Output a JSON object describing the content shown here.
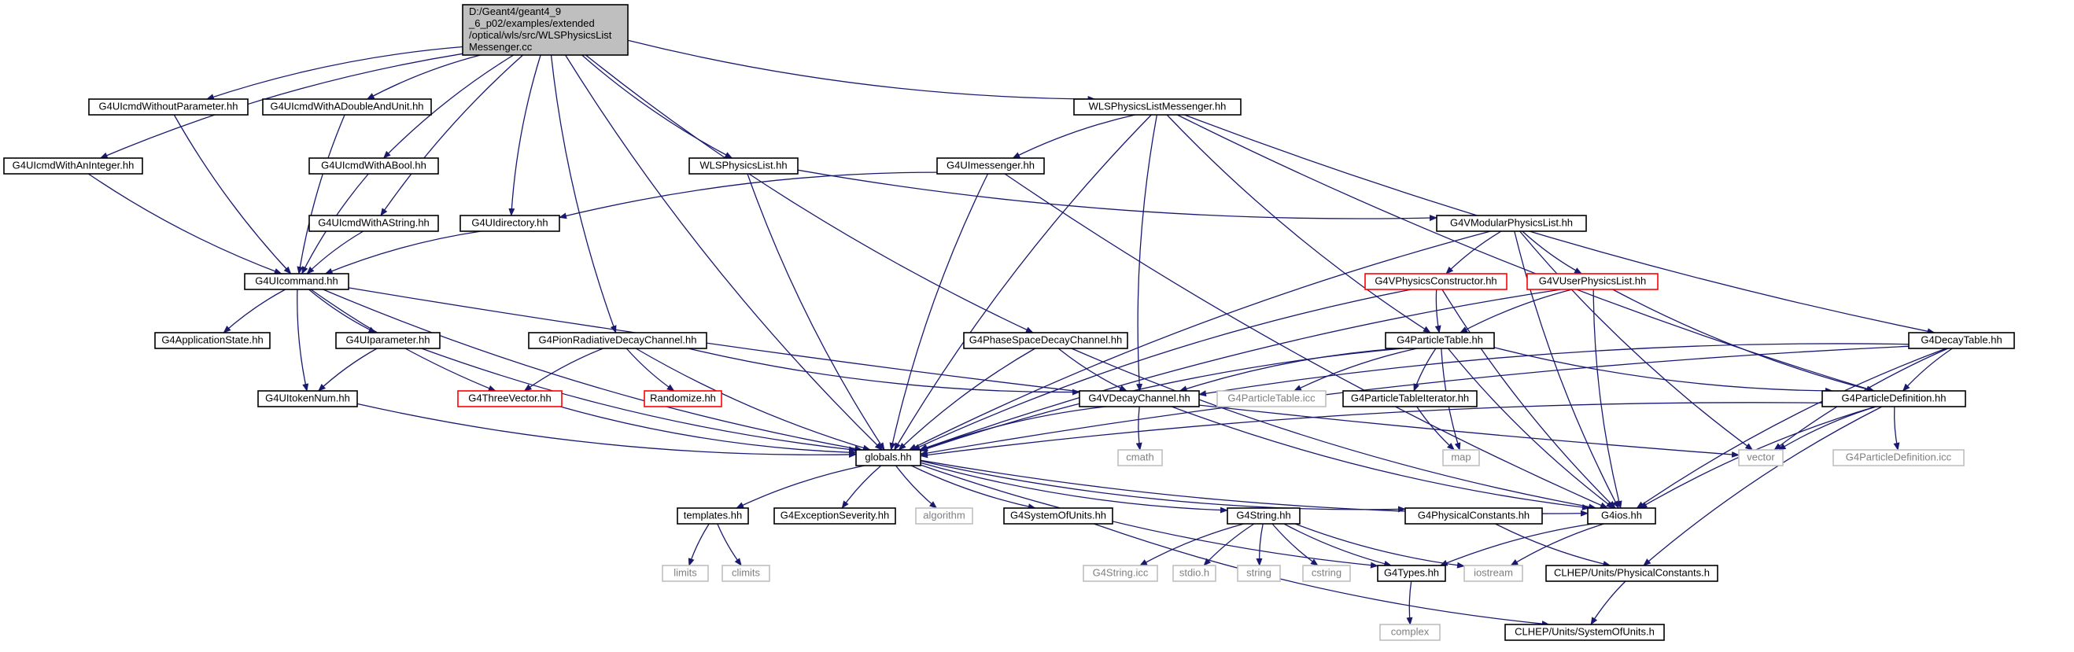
{
  "diagram": {
    "title": "",
    "edge_color": "#191970",
    "root": "root",
    "nodes": [
      {
        "id": "root",
        "lines": [
          "D:/Geant4/geant4_9",
          "_6_p02/examples/extended",
          "/optical/wls/src/WLSPhysicsList",
          "Messenger.cc"
        ],
        "style": "root"
      },
      {
        "id": "uicmdnoparam",
        "lines": [
          "G4UIcmdWithoutParameter.hh"
        ],
        "style": "normal"
      },
      {
        "id": "uicmddoubleunit",
        "lines": [
          "G4UIcmdWithADoubleAndUnit.hh"
        ],
        "style": "normal"
      },
      {
        "id": "wlsmessenger_hh",
        "lines": [
          "WLSPhysicsListMessenger.hh"
        ],
        "style": "normal"
      },
      {
        "id": "uicmdint",
        "lines": [
          "G4UIcmdWithAnInteger.hh"
        ],
        "style": "normal"
      },
      {
        "id": "uicmdbool",
        "lines": [
          "G4UIcmdWithABool.hh"
        ],
        "style": "normal"
      },
      {
        "id": "wlsphyslist",
        "lines": [
          "WLSPhysicsList.hh"
        ],
        "style": "normal"
      },
      {
        "id": "uimessenger",
        "lines": [
          "G4UImessenger.hh"
        ],
        "style": "normal"
      },
      {
        "id": "uicmdstring",
        "lines": [
          "G4UIcmdWithAString.hh"
        ],
        "style": "normal"
      },
      {
        "id": "uidirectory",
        "lines": [
          "G4UIdirectory.hh"
        ],
        "style": "normal"
      },
      {
        "id": "vmodular",
        "lines": [
          "G4VModularPhysicsList.hh"
        ],
        "style": "normal"
      },
      {
        "id": "uicommand",
        "lines": [
          "G4UIcommand.hh"
        ],
        "style": "normal"
      },
      {
        "id": "vphysctor",
        "lines": [
          "G4VPhysicsConstructor.hh"
        ],
        "style": "red"
      },
      {
        "id": "vuserphys",
        "lines": [
          "G4VUserPhysicsList.hh"
        ],
        "style": "red"
      },
      {
        "id": "appstate",
        "lines": [
          "G4ApplicationState.hh"
        ],
        "style": "normal"
      },
      {
        "id": "uiparameter",
        "lines": [
          "G4UIparameter.hh"
        ],
        "style": "normal"
      },
      {
        "id": "pionrad",
        "lines": [
          "G4PionRadiativeDecayChannel.hh"
        ],
        "style": "normal"
      },
      {
        "id": "phasespace",
        "lines": [
          "G4PhaseSpaceDecayChannel.hh"
        ],
        "style": "normal"
      },
      {
        "id": "particletable",
        "lines": [
          "G4ParticleTable.hh"
        ],
        "style": "normal"
      },
      {
        "id": "decaytable",
        "lines": [
          "G4DecayTable.hh"
        ],
        "style": "normal"
      },
      {
        "id": "uitokennum",
        "lines": [
          "G4UItokenNum.hh"
        ],
        "style": "normal"
      },
      {
        "id": "threevector",
        "lines": [
          "G4ThreeVector.hh"
        ],
        "style": "red"
      },
      {
        "id": "randomize",
        "lines": [
          "Randomize.hh"
        ],
        "style": "red"
      },
      {
        "id": "vdecay",
        "lines": [
          "G4VDecayChannel.hh"
        ],
        "style": "normal"
      },
      {
        "id": "ptable_icc",
        "lines": [
          "G4ParticleTable.icc"
        ],
        "style": "grey"
      },
      {
        "id": "ptableiter",
        "lines": [
          "G4ParticleTableIterator.hh"
        ],
        "style": "normal"
      },
      {
        "id": "pdef",
        "lines": [
          "G4ParticleDefinition.hh"
        ],
        "style": "normal"
      },
      {
        "id": "cmath",
        "lines": [
          "cmath"
        ],
        "style": "grey"
      },
      {
        "id": "map",
        "lines": [
          "map"
        ],
        "style": "grey"
      },
      {
        "id": "vector",
        "lines": [
          "vector"
        ],
        "style": "grey"
      },
      {
        "id": "pdef_icc",
        "lines": [
          "G4ParticleDefinition.icc"
        ],
        "style": "grey"
      },
      {
        "id": "globals",
        "lines": [
          "globals.hh"
        ],
        "style": "normal"
      },
      {
        "id": "templates",
        "lines": [
          "templates.hh"
        ],
        "style": "normal"
      },
      {
        "id": "excseverity",
        "lines": [
          "G4ExceptionSeverity.hh"
        ],
        "style": "normal"
      },
      {
        "id": "algorithm",
        "lines": [
          "algorithm"
        ],
        "style": "grey"
      },
      {
        "id": "sysunits",
        "lines": [
          "G4SystemOfUnits.hh"
        ],
        "style": "normal"
      },
      {
        "id": "g4string",
        "lines": [
          "G4String.hh"
        ],
        "style": "normal"
      },
      {
        "id": "physconst",
        "lines": [
          "G4PhysicalConstants.hh"
        ],
        "style": "normal"
      },
      {
        "id": "g4ios",
        "lines": [
          "G4ios.hh"
        ],
        "style": "normal"
      },
      {
        "id": "limits",
        "lines": [
          "limits"
        ],
        "style": "grey"
      },
      {
        "id": "climits",
        "lines": [
          "climits"
        ],
        "style": "grey"
      },
      {
        "id": "g4string_icc",
        "lines": [
          "G4String.icc"
        ],
        "style": "grey"
      },
      {
        "id": "stdio",
        "lines": [
          "stdio.h"
        ],
        "style": "grey"
      },
      {
        "id": "string",
        "lines": [
          "string"
        ],
        "style": "grey"
      },
      {
        "id": "cstring",
        "lines": [
          "cstring"
        ],
        "style": "grey"
      },
      {
        "id": "g4types",
        "lines": [
          "G4Types.hh"
        ],
        "style": "normal"
      },
      {
        "id": "iostream",
        "lines": [
          "iostream"
        ],
        "style": "grey"
      },
      {
        "id": "clhep_physconst",
        "lines": [
          "CLHEP/Units/PhysicalConstants.h"
        ],
        "style": "normal"
      },
      {
        "id": "complex",
        "lines": [
          "complex"
        ],
        "style": "grey"
      },
      {
        "id": "clhep_sysunits",
        "lines": [
          "CLHEP/Units/SystemOfUnits.h"
        ],
        "style": "normal"
      }
    ],
    "edges": [
      [
        "root",
        "uicmdint"
      ],
      [
        "root",
        "uicmdnoparam"
      ],
      [
        "root",
        "uicmddoubleunit"
      ],
      [
        "root",
        "uicmdbool"
      ],
      [
        "root",
        "uicmdstring"
      ],
      [
        "root",
        "uidirectory"
      ],
      [
        "root",
        "globals"
      ],
      [
        "root",
        "pionrad"
      ],
      [
        "root",
        "phasespace"
      ],
      [
        "root",
        "wlsphyslist"
      ],
      [
        "root",
        "wlsmessenger_hh"
      ],
      [
        "uicmdnoparam",
        "uicommand"
      ],
      [
        "uicmddoubleunit",
        "uicommand"
      ],
      [
        "uicmdint",
        "uicommand"
      ],
      [
        "uicmdbool",
        "uicommand"
      ],
      [
        "uicmdstring",
        "uicommand"
      ],
      [
        "uidirectory",
        "uicommand"
      ],
      [
        "wlsmessenger_hh",
        "globals"
      ],
      [
        "wlsmessenger_hh",
        "uimessenger"
      ],
      [
        "wlsmessenger_hh",
        "vdecay"
      ],
      [
        "wlsmessenger_hh",
        "particletable"
      ],
      [
        "wlsmessenger_hh",
        "pdef"
      ],
      [
        "wlsmessenger_hh",
        "decaytable"
      ],
      [
        "wlsphyslist",
        "globals"
      ],
      [
        "wlsphyslist",
        "vmodular"
      ],
      [
        "uimessenger",
        "uidirectory"
      ],
      [
        "uimessenger",
        "globals"
      ],
      [
        "uimessenger",
        "g4ios"
      ],
      [
        "uicommand",
        "appstate"
      ],
      [
        "uicommand",
        "uiparameter"
      ],
      [
        "uicommand",
        "uitokennum"
      ],
      [
        "uicommand",
        "threevector"
      ],
      [
        "uicommand",
        "globals"
      ],
      [
        "uicommand",
        "vector"
      ],
      [
        "uiparameter",
        "uitokennum"
      ],
      [
        "uiparameter",
        "globals"
      ],
      [
        "uitokennum",
        "globals"
      ],
      [
        "vmodular",
        "globals"
      ],
      [
        "vmodular",
        "vphysctor"
      ],
      [
        "vmodular",
        "vuserphys"
      ],
      [
        "vmodular",
        "vector"
      ],
      [
        "vmodular",
        "g4ios"
      ],
      [
        "vphysctor",
        "globals"
      ],
      [
        "vphysctor",
        "particletable"
      ],
      [
        "vphysctor",
        "g4ios"
      ],
      [
        "vuserphys",
        "globals"
      ],
      [
        "vuserphys",
        "particletable"
      ],
      [
        "vuserphys",
        "pdef"
      ],
      [
        "vuserphys",
        "g4ios"
      ],
      [
        "pionrad",
        "threevector"
      ],
      [
        "pionrad",
        "randomize"
      ],
      [
        "pionrad",
        "vdecay"
      ],
      [
        "pionrad",
        "globals"
      ],
      [
        "phasespace",
        "vdecay"
      ],
      [
        "phasespace",
        "globals"
      ],
      [
        "phasespace",
        "g4ios"
      ],
      [
        "particletable",
        "globals"
      ],
      [
        "particletable",
        "ptable_icc"
      ],
      [
        "particletable",
        "ptableiter"
      ],
      [
        "particletable",
        "pdef"
      ],
      [
        "particletable",
        "map"
      ],
      [
        "particletable",
        "g4ios"
      ],
      [
        "particletable",
        "vdecay"
      ],
      [
        "decaytable",
        "vdecay"
      ],
      [
        "decaytable",
        "pdef"
      ],
      [
        "decaytable",
        "globals"
      ],
      [
        "decaytable",
        "vector"
      ],
      [
        "decaytable",
        "g4ios"
      ],
      [
        "threevector",
        "globals"
      ],
      [
        "vdecay",
        "globals"
      ],
      [
        "vdecay",
        "cmath"
      ],
      [
        "vdecay",
        "g4ios"
      ],
      [
        "ptableiter",
        "map"
      ],
      [
        "pdef",
        "globals"
      ],
      [
        "pdef",
        "vector"
      ],
      [
        "pdef",
        "pdef_icc"
      ],
      [
        "pdef",
        "g4ios"
      ],
      [
        "pdef",
        "clhep_physconst"
      ],
      [
        "globals",
        "templates"
      ],
      [
        "globals",
        "excseverity"
      ],
      [
        "globals",
        "algorithm"
      ],
      [
        "globals",
        "sysunits"
      ],
      [
        "globals",
        "g4string"
      ],
      [
        "globals",
        "physconst"
      ],
      [
        "globals",
        "g4ios"
      ],
      [
        "globals",
        "g4types"
      ],
      [
        "templates",
        "limits"
      ],
      [
        "templates",
        "climits"
      ],
      [
        "sysunits",
        "clhep_sysunits"
      ],
      [
        "g4string",
        "g4string_icc"
      ],
      [
        "g4string",
        "stdio"
      ],
      [
        "g4string",
        "string"
      ],
      [
        "g4string",
        "cstring"
      ],
      [
        "g4string",
        "g4types"
      ],
      [
        "g4string",
        "iostream"
      ],
      [
        "physconst",
        "clhep_physconst"
      ],
      [
        "g4ios",
        "g4types"
      ],
      [
        "g4ios",
        "iostream"
      ],
      [
        "g4types",
        "complex"
      ],
      [
        "clhep_physconst",
        "clhep_sysunits"
      ]
    ]
  }
}
